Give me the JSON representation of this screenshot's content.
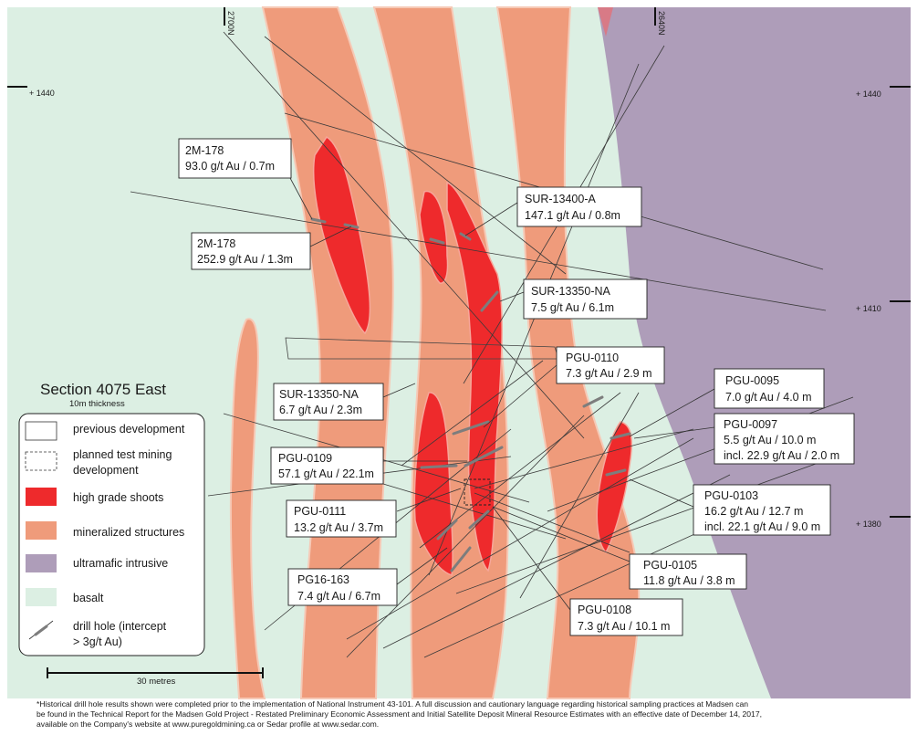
{
  "grid": {
    "northings": [
      "2700N",
      "2640N"
    ],
    "elevations_left": [
      "+ 1440"
    ],
    "elevations_right": [
      "+ 1440",
      "+ 1410",
      "+ 1380"
    ]
  },
  "section": {
    "title": "Section 4075 East",
    "thickness": "10m thickness"
  },
  "callouts": [
    {
      "hole": "2M-178",
      "value": "93.0 g/t Au / 0.7m"
    },
    {
      "hole": "2M-178",
      "value": "252.9 g/t Au / 1.3m"
    },
    {
      "hole": "SUR-13400-A",
      "value": "147.1 g/t Au / 0.8m"
    },
    {
      "hole": "SUR-13350-NA",
      "value": "7.5 g/t Au / 6.1m"
    },
    {
      "hole": "PGU-0110",
      "value": "7.3 g/t Au / 2.9 m"
    },
    {
      "hole": "PGU-0095",
      "value": "7.0 g/t Au / 4.0 m"
    },
    {
      "hole": "SUR-13350-NA",
      "value": "6.7 g/t Au / 2.3m"
    },
    {
      "hole": "PGU-0097",
      "value": "5.5 g/t Au / 10.0 m",
      "extra": "incl. 22.9 g/t Au / 2.0 m"
    },
    {
      "hole": "PGU-0109",
      "value": "57.1 g/t Au / 22.1m"
    },
    {
      "hole": "PGU-0103",
      "value": "16.2 g/t Au / 12.7 m",
      "extra": "incl. 22.1 g/t Au / 9.0 m"
    },
    {
      "hole": "PGU-0111",
      "value": "13.2 g/t Au / 3.7m"
    },
    {
      "hole": "PGU-0105",
      "value": "11.8 g/t Au / 3.8 m"
    },
    {
      "hole": "PG16-163",
      "value": "7.4 g/t Au / 6.7m"
    },
    {
      "hole": "PGU-0108",
      "value": "7.3 g/t Au / 10.1 m"
    }
  ],
  "legend": {
    "items": [
      {
        "label": "previous development"
      },
      {
        "label": "planned test mining",
        "label2": "development"
      },
      {
        "label": "high grade shoots"
      },
      {
        "label": "mineralized structures"
      },
      {
        "label": "ultramafic intrusive"
      },
      {
        "label": "basalt"
      },
      {
        "label": "drill hole (intercept",
        "label2": "> 3g/t Au)"
      }
    ]
  },
  "scale": {
    "label": "30 metres"
  },
  "colors": {
    "basalt": "#dcefe3",
    "mineralized": "#ef9b7b",
    "high_grade": "#ee2a2c",
    "ultramafic": "#ae9db9",
    "drill": "#333333"
  },
  "footnote": {
    "line1": "*Historical drill hole results shown were completed prior to the implementation of National Instrument 43-101. A full discussion and cautionary language regarding historical sampling practices at Madsen can",
    "line2": "be found in the Technical Report for the Madsen Gold Project - Restated Preliminary Economic Assessment and Initial Satellite Deposit Mineral Resource Estimates with an effective date of December 14, 2017,",
    "line3": "available on the Company's website at www.puregoldmining.ca or Sedar profile at www.sedar.com."
  }
}
